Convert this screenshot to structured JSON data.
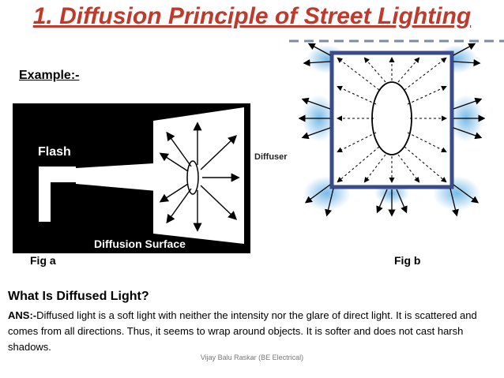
{
  "slide": {
    "title": "1. Diffusion Principle of Street Lighting",
    "example_label": "Example:-",
    "fig_a": {
      "caption": "Fig a",
      "flash_label": "Flash",
      "surface_label": "Diffusion Surface"
    },
    "fig_b": {
      "caption": "Fig b",
      "diffuser_label": "Diffuser"
    },
    "question": "What Is Diffused Light?",
    "answer_prefix": "ANS:-",
    "answer_text": "Diffused light is a soft light with neither the intensity nor the glare of direct light. It is scattered and comes from all directions. Thus, it seems to wrap around objects. It is softer and does not cast harsh shadows.",
    "footer": "Vijay Balu Raskar (BE Electrical)"
  },
  "colors": {
    "title": "#c0392b",
    "figure_a_background": "#000000",
    "glow": "#4aa3df",
    "diffuser_border": "#3a4a8a"
  }
}
